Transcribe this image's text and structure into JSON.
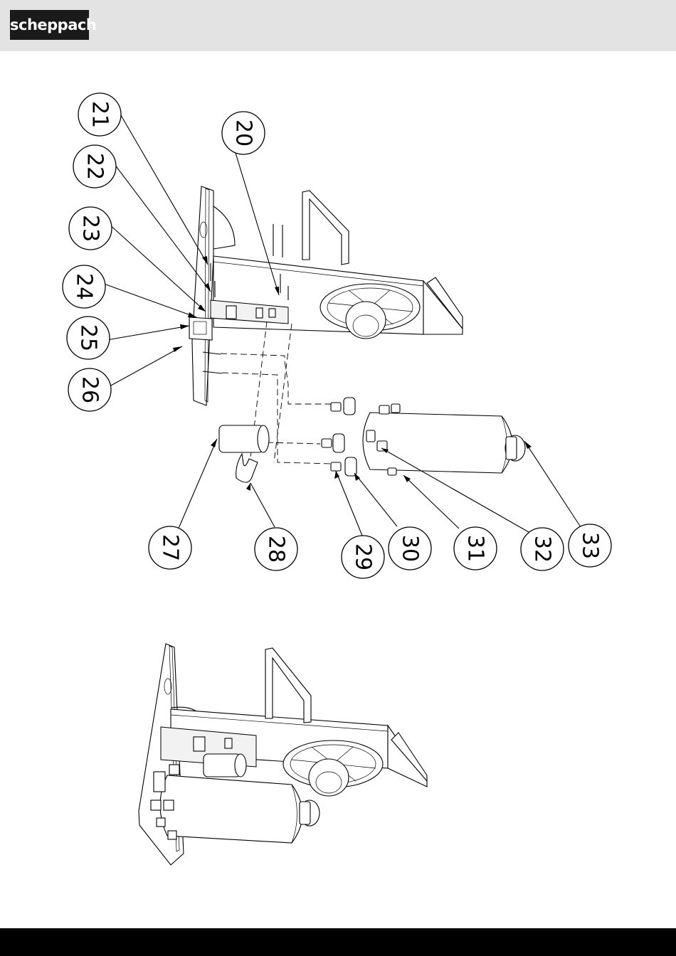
{
  "brand": {
    "logo_text": "scheppach"
  },
  "callouts": [
    {
      "label": "21"
    },
    {
      "label": "22"
    },
    {
      "label": "23"
    },
    {
      "label": "24"
    },
    {
      "label": "25"
    },
    {
      "label": "26"
    },
    {
      "label": "20"
    },
    {
      "label": "27"
    },
    {
      "label": "28"
    },
    {
      "label": "29"
    },
    {
      "label": "30"
    },
    {
      "label": "31"
    },
    {
      "label": "32"
    },
    {
      "label": "33"
    }
  ]
}
